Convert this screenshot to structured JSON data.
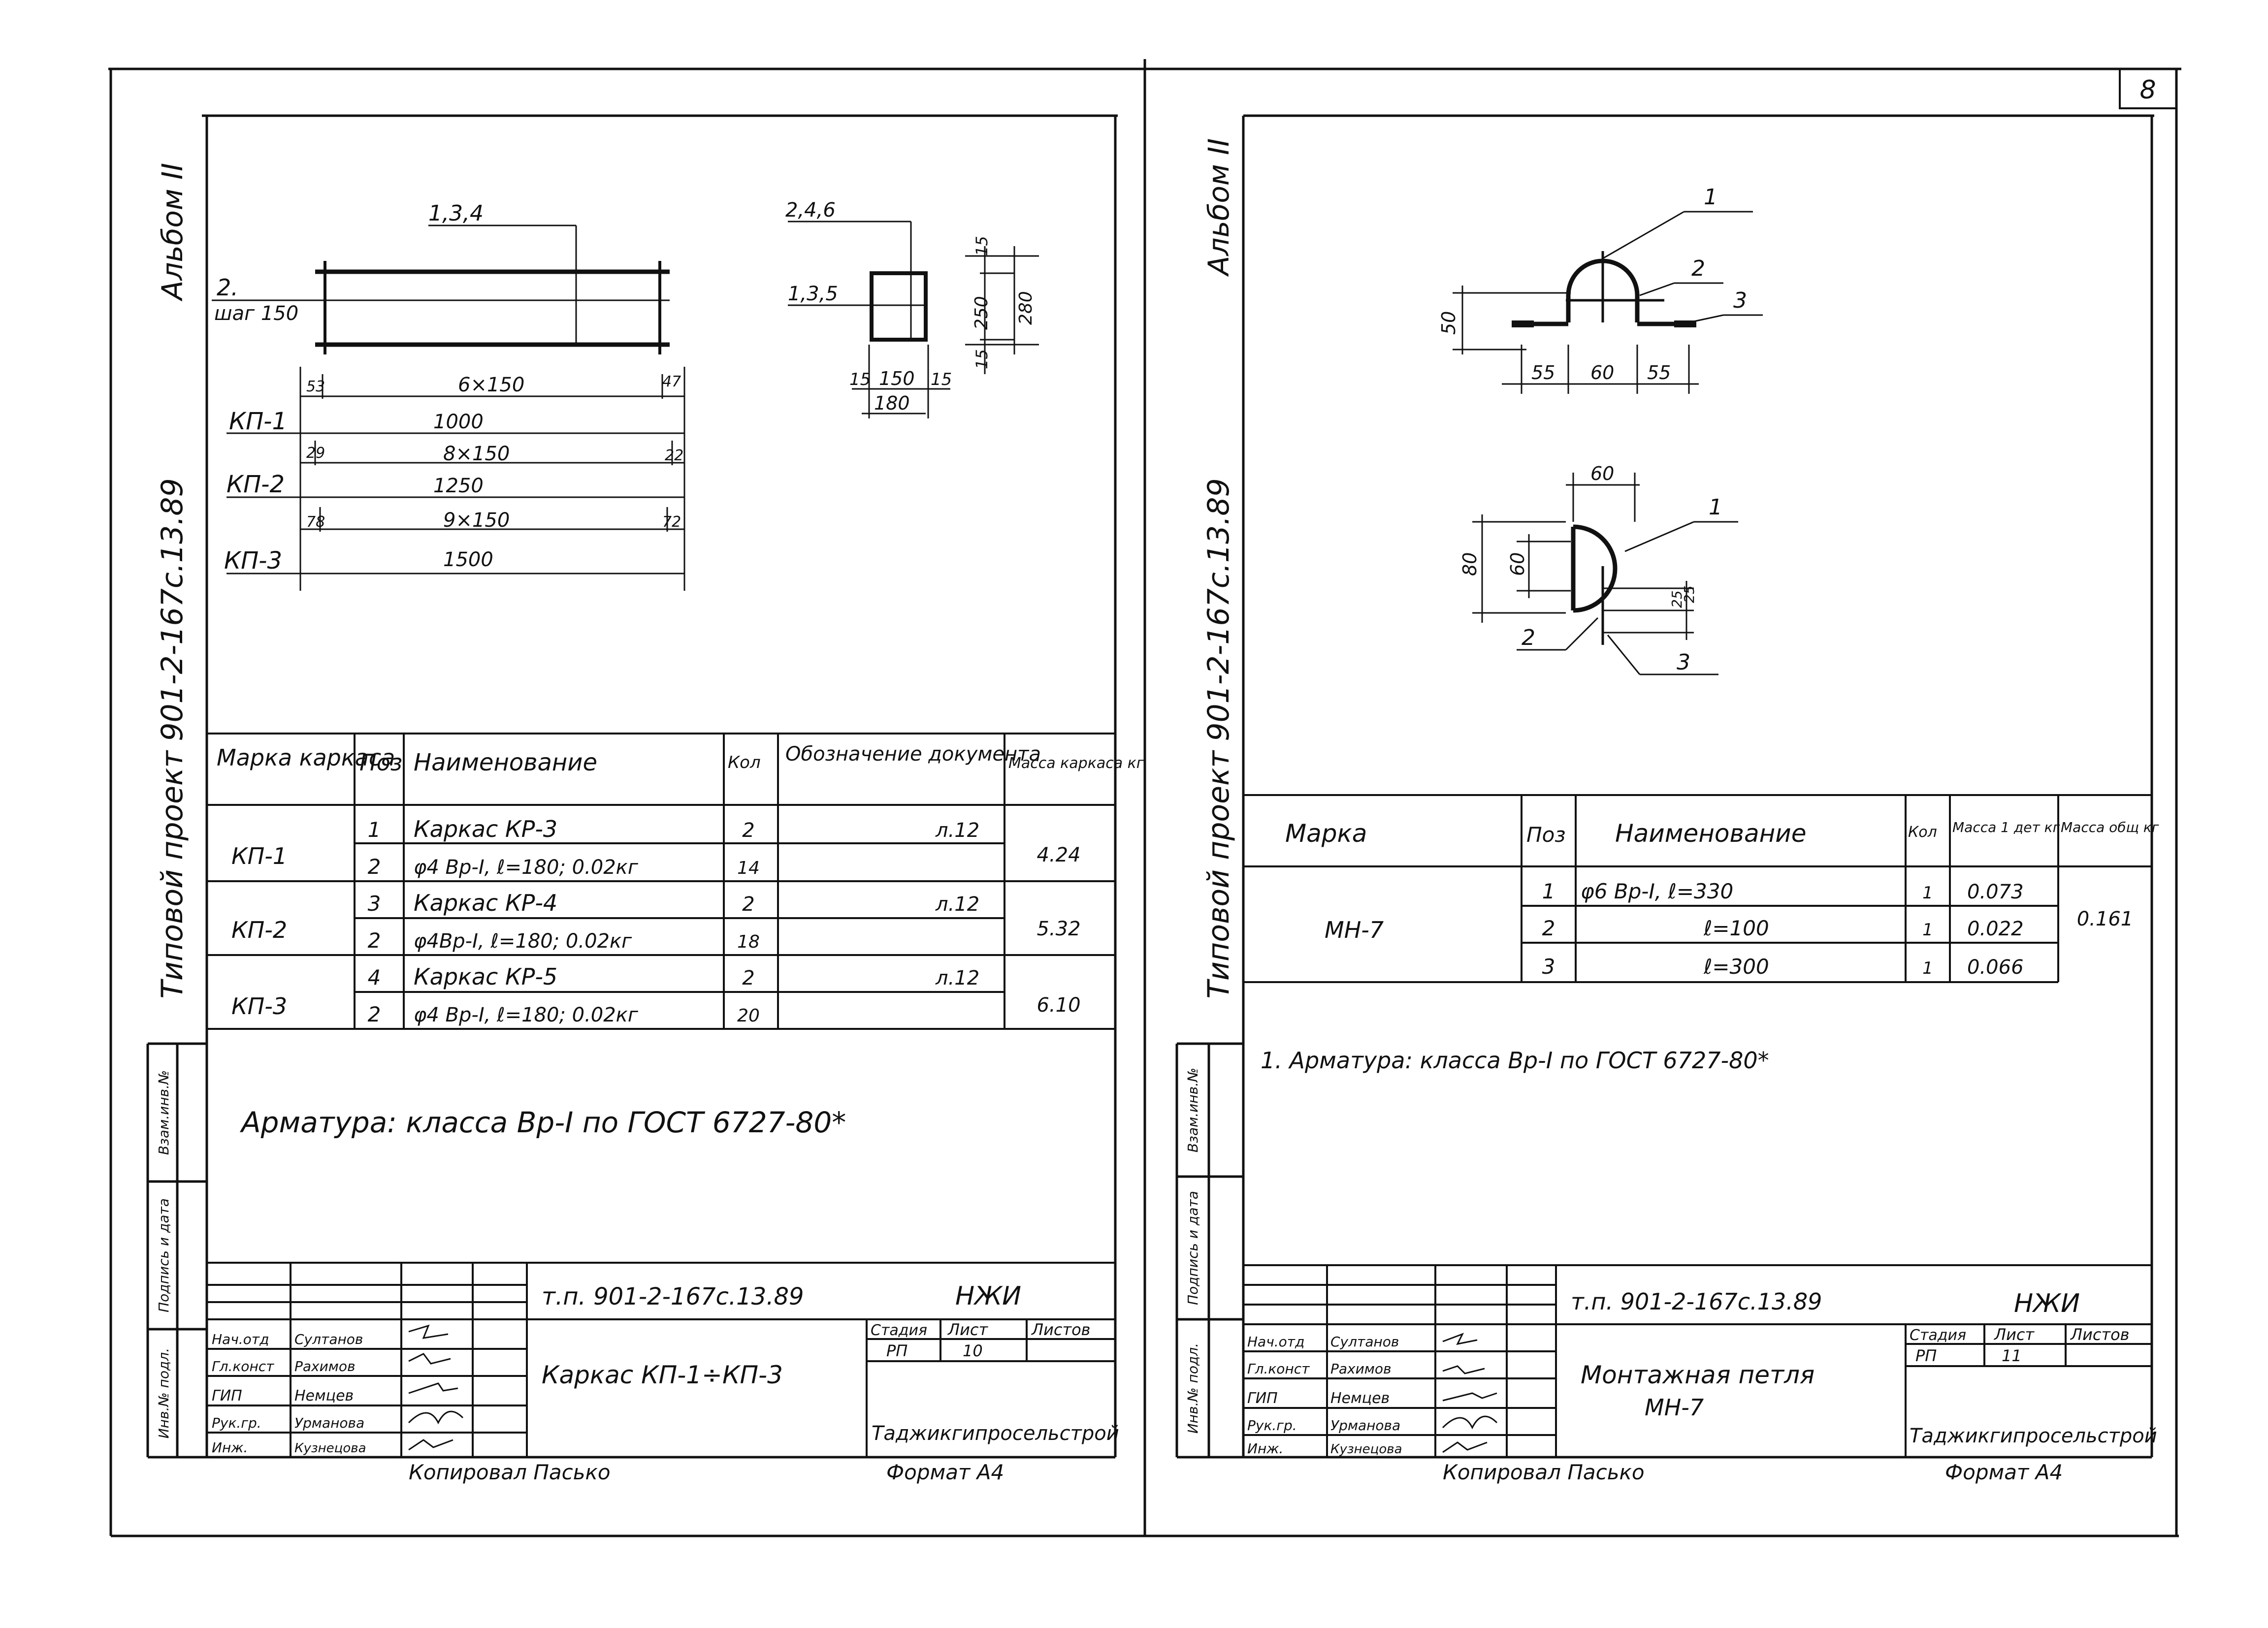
{
  "page": {
    "sheet_number": "8"
  },
  "left": {
    "album": "Альбом II",
    "side_project": "Типовой проект  901-2-167с.13.89",
    "side_cells": [
      "Инв.№ подл.",
      "Подпись и дата",
      "Взам.инв.№"
    ],
    "drawing": {
      "leader_main": "1,3,4",
      "pos2_label": "2.",
      "step_label": "шаг 150",
      "dim_left_small": "53",
      "dim_top": "6×150",
      "dim_right_small": "47",
      "kp1": "КП-1",
      "kp1_len": "1000",
      "kp2_left_small": "29",
      "kp2_top": "8×150",
      "kp2_right_small": "22",
      "kp2": "КП-2",
      "kp2_len": "1250",
      "kp3_left_small": "78",
      "kp3_top": "9×150",
      "kp3_right_small": "72",
      "kp3": "КП-3",
      "kp3_len": "1500",
      "section_leader_top": "2,4,6",
      "section_leader_side": "1,3,5",
      "sec_d15a": "15",
      "sec_d150": "150",
      "sec_d15b": "15",
      "sec_d180": "180",
      "sec_v15a": "15",
      "sec_v250": "250",
      "sec_v15b": "15",
      "sec_v280": "280"
    },
    "spec": {
      "headers": [
        "Марка каркаса",
        "Поз",
        "Наименование",
        "Кол",
        "Обозначение документа",
        "Масса каркаса кг"
      ],
      "groups": [
        {
          "mark": "КП-1",
          "mass": "4.24",
          "rows": [
            {
              "pos": "1",
              "name": "Каркас КР-3",
              "qty": "2",
              "doc": "л.12"
            },
            {
              "pos": "2",
              "name": "φ4 Вр-I, ℓ=180; 0.02кг",
              "qty": "14",
              "doc": ""
            }
          ]
        },
        {
          "mark": "КП-2",
          "mass": "5.32",
          "rows": [
            {
              "pos": "3",
              "name": "Каркас КР-4",
              "qty": "2",
              "doc": "л.12"
            },
            {
              "pos": "2",
              "name": "φ4Вр-I, ℓ=180; 0.02кг",
              "qty": "18",
              "doc": ""
            }
          ]
        },
        {
          "mark": "КП-3",
          "mass": "6.10",
          "rows": [
            {
              "pos": "4",
              "name": "Каркас КР-5",
              "qty": "2",
              "doc": "л.12"
            },
            {
              "pos": "2",
              "name": "φ4 Вр-I, ℓ=180; 0.02кг",
              "qty": "20",
              "doc": ""
            }
          ]
        }
      ]
    },
    "note": "Арматура: класса Вр-I по ГОСТ 6727-80*",
    "title_block": {
      "code": "т.п. 901-2-167с.13.89",
      "section": "НЖИ",
      "roles": [
        "Нач.отд",
        "Гл.конст",
        "ГИП",
        "Рук.гр.",
        "Инж."
      ],
      "names": [
        "Султанов",
        "Рахимов",
        "Немцев",
        "Урманова",
        "Кузнецова"
      ],
      "title": "Каркас КП-1÷КП-3",
      "stage_h": "Стадия",
      "sheet_h": "Лист",
      "sheets_h": "Листов",
      "stage": "РП",
      "sheet": "10",
      "org": "Таджикгипросельстрой"
    },
    "footer_copied": "Копировал  Пасько",
    "footer_format": "Формат  А4"
  },
  "right": {
    "album": "Альбом II",
    "side_project": "Типовой проект  901-2-167с.13.89",
    "side_cells": [
      "Инв.№ подл.",
      "Подпись и дата",
      "Взам.инв.№"
    ],
    "drawing": {
      "l1": "1",
      "l2": "2",
      "l3": "3",
      "h50": "50",
      "w55a": "55",
      "w60": "60",
      "w55b": "55",
      "top60": "60",
      "l1b": "1",
      "v80": "80",
      "v60": "60",
      "v25a": "25",
      "v25b": "25",
      "l2b": "2",
      "l3b": "3"
    },
    "spec": {
      "headers": [
        "Марка",
        "Поз",
        "Наименование",
        "Кол",
        "Масса 1 дет кг",
        "Масса общ кг"
      ],
      "mark": "МН-7",
      "mass_total": "0.161",
      "rows": [
        {
          "pos": "1",
          "name": "φ6 Вр-I,  ℓ=330",
          "qty": "1",
          "mass": "0.073"
        },
        {
          "pos": "2",
          "name": "ℓ=100",
          "qty": "1",
          "mass": "0.022"
        },
        {
          "pos": "3",
          "name": "ℓ=300",
          "qty": "1",
          "mass": "0.066"
        }
      ]
    },
    "note": "1. Арматура: класса Вр-I по ГОСТ 6727-80*",
    "title_block": {
      "code": "т.п. 901-2-167с.13.89",
      "section": "НЖИ",
      "roles": [
        "Нач.отд",
        "Гл.конст",
        "ГИП",
        "Рук.гр.",
        "Инж."
      ],
      "names": [
        "Султанов",
        "Рахимов",
        "Немцев",
        "Урманова",
        "Кузнецова"
      ],
      "title_1": "Монтажная петля",
      "title_2": "МН-7",
      "stage_h": "Стадия",
      "sheet_h": "Лист",
      "sheets_h": "Листов",
      "stage": "РП",
      "sheet": "11",
      "org": "Таджикгипросельстрой"
    },
    "footer_copied": "Копировал  Пасько",
    "footer_format": "Формат  А4"
  }
}
